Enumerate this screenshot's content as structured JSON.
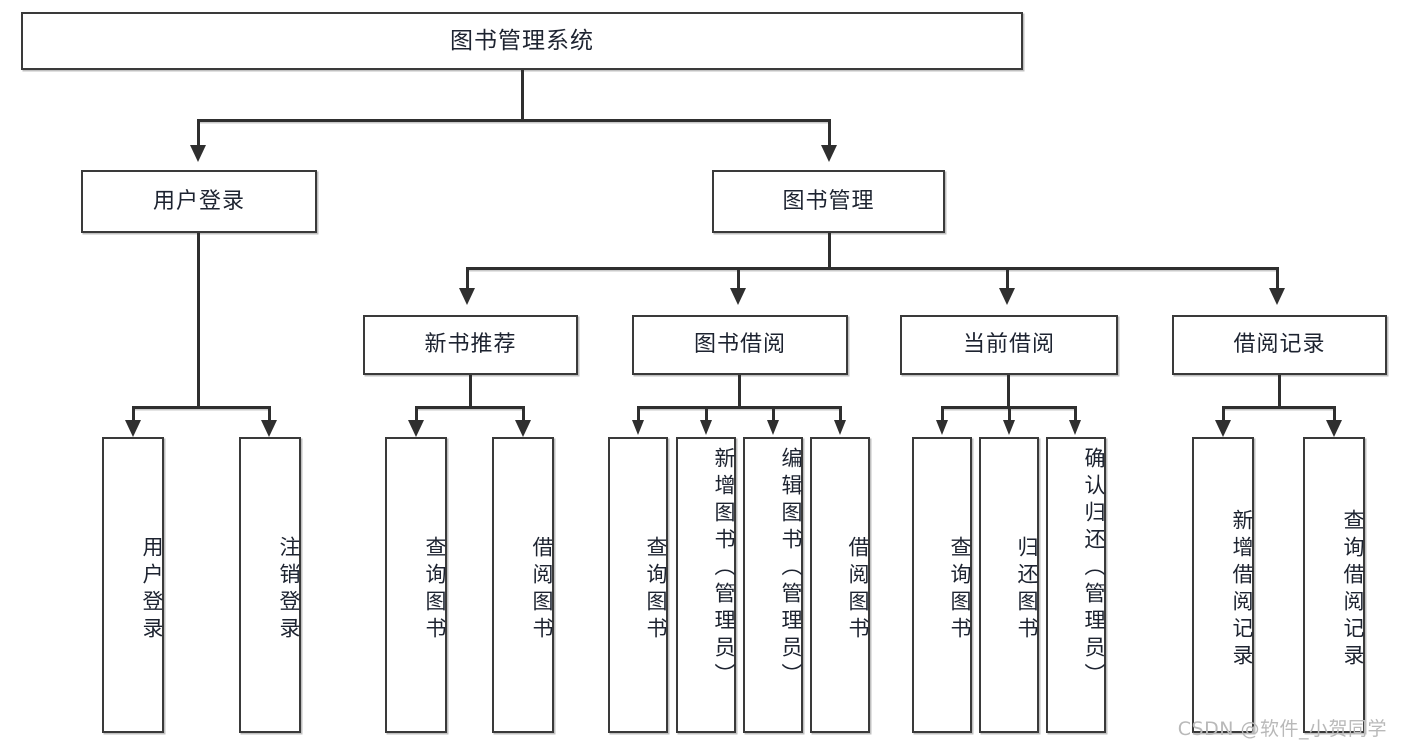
{
  "diagram": {
    "title": "图书管理系统",
    "type": "tree",
    "root": {
      "label": "图书管理系统"
    },
    "level2": [
      {
        "label": "用户登录"
      },
      {
        "label": "图书管理"
      }
    ],
    "level3": [
      {
        "label": "新书推荐"
      },
      {
        "label": "图书借阅"
      },
      {
        "label": "当前借阅"
      },
      {
        "label": "借阅记录"
      }
    ],
    "leaves": {
      "user_login": [
        {
          "label": "用户登录"
        },
        {
          "label": "注销登录"
        }
      ],
      "new_book_recommend": [
        {
          "label": "查询图书"
        },
        {
          "label": "借阅图书"
        }
      ],
      "book_borrow": [
        {
          "label": "查询图书"
        },
        {
          "label": "新增图书（管理员）"
        },
        {
          "label": "编辑图书（管理员）"
        },
        {
          "label": "借阅图书"
        }
      ],
      "current_borrow": [
        {
          "label": "查询图书"
        },
        {
          "label": "归还图书"
        },
        {
          "label": "确认归还（管理员）"
        }
      ],
      "borrow_record": [
        {
          "label": "新增借阅记录"
        },
        {
          "label": "查询借阅记录"
        }
      ]
    }
  },
  "watermark": {
    "text": "CSDN @软件_小贺同学"
  },
  "colors": {
    "box_border": "#3a3a3a",
    "connector": "#2f2f2f",
    "text": "#1d2330",
    "background": "#ffffff",
    "watermark": "#b9b9b9"
  }
}
